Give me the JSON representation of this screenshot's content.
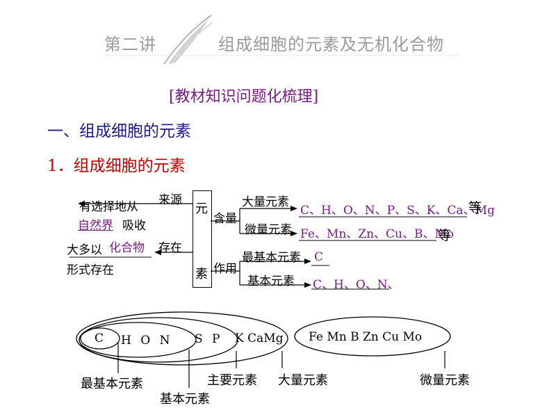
{
  "header": {
    "lecture": "第二讲",
    "title": "组成细胞的元素及无机化合物"
  },
  "subtitle": "[教材知识问题化梳理]",
  "section1": "一、组成细胞的元素",
  "subsection1": "1．组成细胞的元素",
  "diagram": {
    "source_label": "来源",
    "source_text_1": "有选择地从",
    "source_fill": "自然界",
    "source_text_2": "吸收",
    "exist_text_1": "大多以",
    "exist_fill": "化合物",
    "exist_label": "存在",
    "exist_text_2": "形式存在",
    "element_char_1": "元",
    "element_char_2": "素",
    "content_label": "含量",
    "macro_label": "大量元素",
    "macro_fill": "C、H、O、N、P、S、K、Ca、Mg",
    "macro_suffix": "等",
    "micro_label": "微量元素",
    "micro_fill": "Fe、Mn、Zn、Cu、B、Mo",
    "micro_suffix": "等",
    "role_label": "作用",
    "most_basic_label": "最基本元素",
    "most_basic_fill": "C",
    "basic_label": "基本元素",
    "basic_fill": "C、H、O、N、"
  },
  "euler": {
    "c": "C",
    "hon": "H O N",
    "sp": "S P",
    "kcamg": "K CaMg",
    "micro_elements": "Fe Mn B Zn Cu Mo",
    "label_most_basic": "最基本元素",
    "label_basic": "基本元素",
    "label_main": "主要元素",
    "label_macro": "大量元素",
    "label_micro": "微量元素"
  },
  "colors": {
    "title_gray": "#9a9a9a",
    "purple": "#7a1a88",
    "navy": "#1a1a8c",
    "red": "#c00000"
  }
}
